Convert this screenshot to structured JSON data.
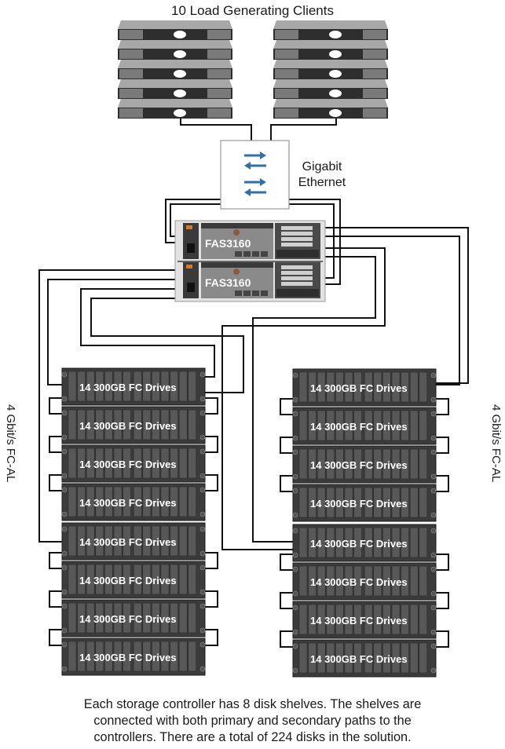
{
  "title": "10 Load Generating Clients",
  "clients": {
    "count": 10,
    "columns": 2,
    "per_column": 5
  },
  "switch": {
    "label_line1": "Gigabit",
    "label_line2": "Ethernet",
    "icon": "bidirectional-arrows-icon",
    "arrow_color": "#2e6fb0"
  },
  "controllers": [
    {
      "label": "FAS3160"
    },
    {
      "label": "FAS3160"
    }
  ],
  "side_labels": {
    "left": "4 Gbit/s FC-AL",
    "right": "4 Gbit/s FC-AL"
  },
  "shelves": {
    "label": "14 300GB FC Drives",
    "per_column": 8,
    "columns": 2,
    "drives_per_shelf": 14,
    "drive_capacity": "300GB"
  },
  "caption": {
    "line1": "Each storage controller has 8 disk shelves. The shelves are",
    "line2": "connected with both primary and secondary paths to the",
    "line3": "controllers. There are a total of 224 disks in the solution."
  }
}
